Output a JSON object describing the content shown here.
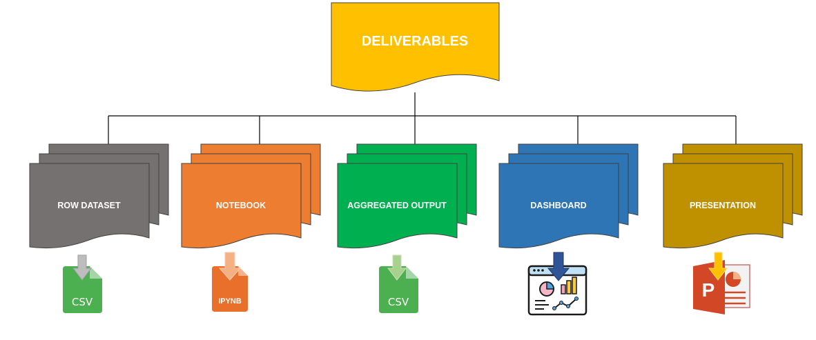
{
  "root": {
    "label": "DELIVERABLES",
    "color": "#FFC000"
  },
  "deliverables": [
    {
      "label": "ROW DATASET",
      "color": "#767171",
      "icon": "csv-file-icon",
      "icon_label": "CSV"
    },
    {
      "label": "NOTEBOOK",
      "color": "#ED7D31",
      "icon": "ipynb-file-icon",
      "icon_label": "IPYNB"
    },
    {
      "label": "AGGREGATED OUTPUT",
      "color": "#00B050",
      "icon": "csv-file-icon",
      "icon_label": "CSV"
    },
    {
      "label": "DASHBOARD",
      "color": "#2E75B6",
      "icon": "dashboard-icon"
    },
    {
      "label": "PRESENTATION",
      "color": "#BF9000",
      "icon": "powerpoint-icon",
      "icon_label": "P"
    }
  ]
}
